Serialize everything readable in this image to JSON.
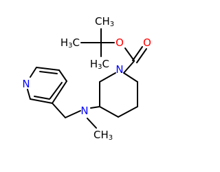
{
  "molecule": {
    "atoms": {
      "carbonyl_oxygen": {
        "text": "O",
        "color": "#ff0000"
      },
      "ester_oxygen": {
        "text": "O",
        "color": "#ff0000"
      },
      "piperidine_nitrogen": {
        "text": "N",
        "color": "#0000ff"
      },
      "amine_nitrogen": {
        "text": "N",
        "color": "#0000ff"
      },
      "pyridine_nitrogen": {
        "text": "N",
        "color": "#0000ff"
      },
      "tbu_left_methyl": {
        "prefix": "H",
        "sub": "3",
        "suffix": "C",
        "color": "#000000"
      },
      "tbu_top_methyl": {
        "text": "CH",
        "sub": "3",
        "color": "#000000"
      },
      "tbu_bottom_methyl": {
        "prefix": "H",
        "sub": "3",
        "suffix": "C",
        "color": "#000000"
      },
      "n_methyl": {
        "text": "CH",
        "sub": "3",
        "color": "#000000"
      }
    },
    "bond_color": "#000000"
  }
}
